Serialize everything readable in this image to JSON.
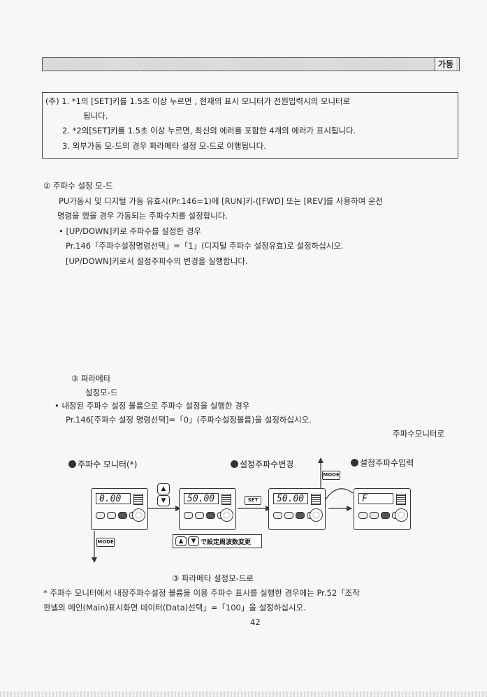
{
  "header": {
    "section_label": "가동"
  },
  "note": {
    "line1": "(주) 1. *1의 [SET]키를 1.5초 이상 누르면 , 현재의 표시 모니터가 전원입력시의 모니터로",
    "line1b": "됩니다.",
    "line2": "2. *2의[SET]키를 1.5초 이상 누르면, 최신의 에러를 포함한 4개의 에러가 표시됩니다.",
    "line3": "3. 외부가동 모-드의 경우 파라메타 설정 모-드로 이행됩니다."
  },
  "section2": {
    "heading": "② 주파수 설정 모-드",
    "p1a": "PU가동시 및 디지털 가동 유효시(Pr.146=1)에 [RUN]키-([FWD] 또는 [REV]를 사용하여 운전",
    "p1b": "명령을 했을 경우 가동되는 주파수치를 설정합니다.",
    "b1": "• [UP/DOWN]키로 주파수를 설정한 경우",
    "b1a": "Pr.146「주파수설정명령선택」=「1」(디지털 주파수 설정유효)로 설정하십시오.",
    "b1b": "[UP/DOWN]키로서 설정주파수의 변경을 실행합니다."
  },
  "section3": {
    "heading": "③ 파라메타",
    "sub": "설정모-드",
    "b1": "• 내장된 주파수 설정 볼륨으로 주파수 설정을 실행한 경우",
    "b1a": "Pr.146[주파수 설정 명령선택]=「0」(주파수설정볼륨)을 설정하십시오.",
    "right_note": "주파수모니터로"
  },
  "diagram": {
    "label1": "주파수 모니터(*)",
    "label2": "설정주파수변경",
    "label3": "설정주파수입력",
    "display1": "0.00",
    "display2": "50.00",
    "display3": "50.00",
    "display4": "F",
    "mode_button": "MODE",
    "set_button": "SET",
    "up_symbol": "▲",
    "down_symbol": "▼",
    "freq_change_text": "で設定周波数変更",
    "caption": "③ 파라메타 설정모-드로"
  },
  "footer_note": {
    "line1": "* 주파수 모니터에서 내장주파수설정 볼륨을 이용 주파수 표시를 실행한 경우에는 Pr.52「조작",
    "line2": "판넬의 메인(Main)표시화면 데이터(Data)선택」=「100」을 설정하십시오."
  },
  "page_number": "42"
}
